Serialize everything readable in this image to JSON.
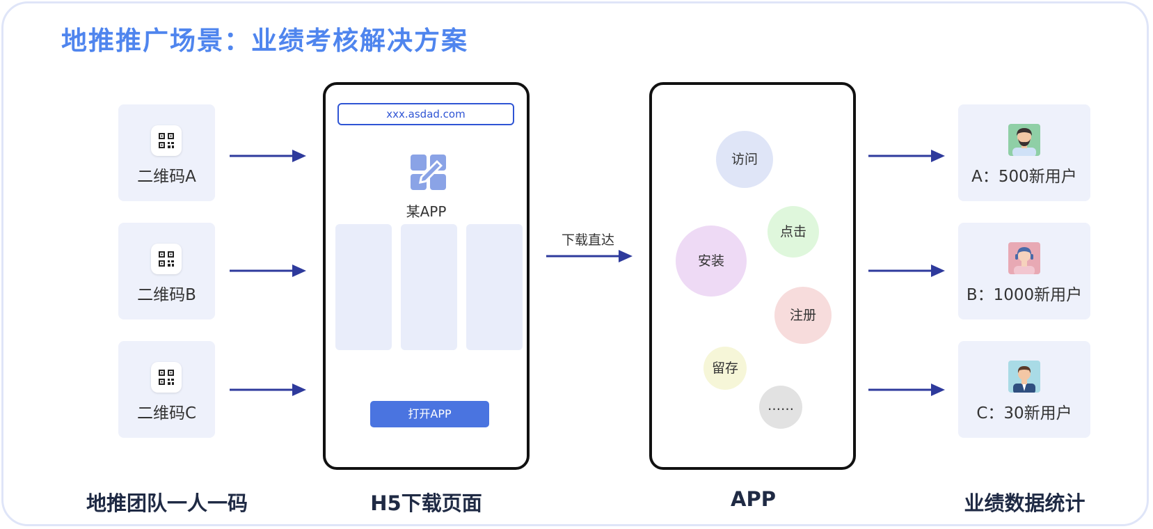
{
  "title": "地推推广场景：业绩考核解决方案",
  "qr_codes": [
    {
      "label": "二维码A"
    },
    {
      "label": "二维码B"
    },
    {
      "label": "二维码C"
    }
  ],
  "h5_page": {
    "url": "xxx.asdad.com",
    "app_name": "某APP",
    "button_label": "打开APP"
  },
  "flow_label": "下载直达",
  "app_actions": [
    "访问",
    "点击",
    "安装",
    "注册",
    "留存",
    "……"
  ],
  "users": [
    {
      "label": "A：500新用户"
    },
    {
      "label": "B：1000新用户"
    },
    {
      "label": "C：30新用户"
    }
  ],
  "bottom_labels": {
    "team": "地推团队一人一码",
    "h5": "H5下载页面",
    "app": "APP",
    "stats": "业绩数据统计"
  },
  "colors": {
    "title": "#4f85ee",
    "arrow": "#2e3a9c",
    "card_bg": "#eef1fb",
    "button": "#4a74e0",
    "bubble_visit": "#dfe5f7",
    "bubble_click": "#dff7dc",
    "bubble_install": "#eedaf5",
    "bubble_register": "#f7dcdc",
    "bubble_retain": "#f6f6d8",
    "bubble_more": "#e2e2e2"
  }
}
